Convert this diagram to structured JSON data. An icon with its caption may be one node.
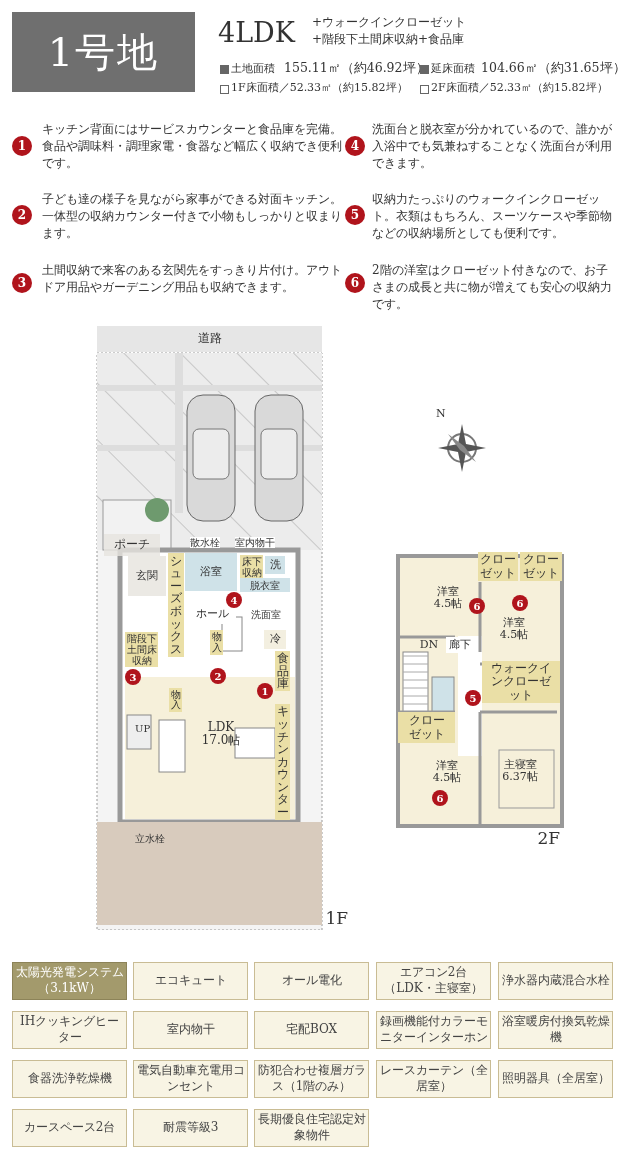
{
  "diagram": {
    "nodes": [
      {
        "text": [
          "1号地"
        ]
      },
      {
        "text": [
          "1"
        ],
        "beside": [
          "キッチン背面にはサービスカウンターと食品庫を完備。食品や調味料・調理家電・食器など幅広く収納でき便利です。"
        ]
      },
      {
        "text": [
          "2"
        ],
        "beside": [
          "子ども達の様子を見ながら家事ができる対面キッチン。一体型の収納カウンター付きで小物もしっかりと収まります。"
        ]
      },
      {
        "text": [
          "3"
        ],
        "beside": [
          "土間収納で来客のある玄関先をすっきり片付け。アウトドア用品やガーデニング用品も収納できます。"
        ]
      },
      {
        "text": [
          "4"
        ],
        "beside": [
          "洗面台と脱衣室が分かれているので、誰かが入浴中でも気兼ねすることなく洗面台が利用できます。"
        ]
      },
      {
        "text": [
          "5"
        ],
        "beside": [
          "収納力たっぷりのウォークインクローゼット。衣類はもちろん、スーツケースや季節物などの収納場所としても便利です。"
        ]
      },
      {
        "text": [
          "6"
        ],
        "beside": [
          "2階の洋室はクローゼット付きなので、お子さまの成長と共に物が増えても安心の収納力です。"
        ]
      },
      {
        "text": [
          "1F"
        ]
      },
      {
        "text": [
          "道路"
        ]
      },
      {
        "text": [
          "ポーチ"
        ],
        "in": 7
      },
      {
        "text": [
          "玄関"
        ],
        "in": 7
      },
      {
        "text": [
          "シューズボックス"
        ],
        "in": 7
      },
      {
        "text": [
          "浴室"
        ],
        "in": 7
      },
      {
        "text": [
          "床下収納"
        ],
        "in": 7
      },
      {
        "text": [
          "洗"
        ],
        "in": 7
      },
      {
        "text": [
          "脱衣室"
        ],
        "in": 7
      },
      {
        "text": [
          "ホール"
        ],
        "in": 7
      },
      {
        "text": [
          "洗面室"
        ],
        "in": 7
      },
      {
        "text": [
          "階段下土間床収納"
        ],
        "in": 7
      },
      {
        "text": [
          "物入"
        ],
        "in": 7
      },
      {
        "text": [
          "冷"
        ],
        "in": 7
      },
      {
        "text": [
          "食品庫"
        ],
        "in": 7
      },
      {
        "text": [
          "物入"
        ],
        "in": 7
      },
      {
        "text": [
          "LDK",
          "17.0帖"
        ],
        "in": 7
      },
      {
        "text": [
          "キッチンカウンター"
        ],
        "in": 7
      },
      {
        "text": [
          "1"
        ],
        "in": 7
      },
      {
        "text": [
          "2"
        ],
        "in": 7
      },
      {
        "text": [
          "3"
        ],
        "in": 7
      },
      {
        "text": [
          "4"
        ],
        "in": 7
      },
      {
        "text": [
          "2F"
        ]
      },
      {
        "text": [
          "洋室",
          "4.5帖"
        ],
        "in": 29
      },
      {
        "text": [
          "クローゼット"
        ],
        "in": 29
      },
      {
        "text": [
          "クローゼット"
        ],
        "in": 29
      },
      {
        "text": [
          "洋室",
          "4.5帖"
        ],
        "in": 29
      },
      {
        "text": [
          "廊下"
        ],
        "in": 29
      },
      {
        "text": [
          "DN"
        ],
        "in": 29
      },
      {
        "text": [
          "ウォークインクローゼット"
        ],
        "in": 29
      },
      {
        "text": [
          "クローゼット"
        ],
        "in": 29
      },
      {
        "text": [
          "洋室",
          "4.5帖"
        ],
        "in": 29
      },
      {
        "text": [
          "主寝室",
          "6.37帖"
        ],
        "in": 29
      },
      {
        "text": [
          "6"
        ],
        "in": 29
      },
      {
        "text": [
          "6"
        ],
        "in": 29
      },
      {
        "text": [
          "5"
        ],
        "in": 29
      },
      {
        "text": [
          "6"
        ],
        "in": 29
      },
      {
        "text": [
          "太陽光発電システム（3.1kW）"
        ]
      },
      {
        "text": [
          "エコキュート"
        ]
      },
      {
        "text": [
          "オール電化"
        ]
      },
      {
        "text": [
          "エアコン2台（LDK・主寝室）"
        ]
      },
      {
        "text": [
          "浄水器内蔵混合水栓"
        ]
      },
      {
        "text": [
          "IHクッキングヒーター"
        ]
      },
      {
        "text": [
          "室内物干"
        ]
      },
      {
        "text": [
          "宅配BOX"
        ]
      },
      {
        "text": [
          "録画機能付カラーモニターインターホン"
        ]
      },
      {
        "text": [
          "浴室暖房付換気乾燥機"
        ]
      },
      {
        "text": [
          "食器洗浄乾燥機"
        ]
      },
      {
        "text": [
          "電気自動車充電用コンセント"
        ]
      },
      {
        "text": [
          "防犯合わせ複層ガラス（1階のみ）"
        ]
      },
      {
        "text": [
          "レースカーテン（全居室）"
        ]
      },
      {
        "text": [
          "照明器具（全居室）"
        ]
      },
      {
        "text": [
          "カースペース2台"
        ]
      },
      {
        "text": [
          "耐震等級3"
        ]
      },
      {
        "text": [
          "長期優良住宅認定対象物件"
        ]
      }
    ],
    "labels": [
      "4LDK",
      "+ウォークインクローゼット",
      "+階段下土間床収納+食品庫",
      "土地面積",
      "155.11㎡（約46.92坪）",
      "延床面積",
      "104.66㎡（約31.65坪）",
      "1F床面積／52.33㎡（約15.82坪）",
      "2F床面積／52.33㎡（約15.82坪）",
      "N",
      "散水栓",
      "室内物干",
      "UP",
      "立水栓"
    ]
  }
}
